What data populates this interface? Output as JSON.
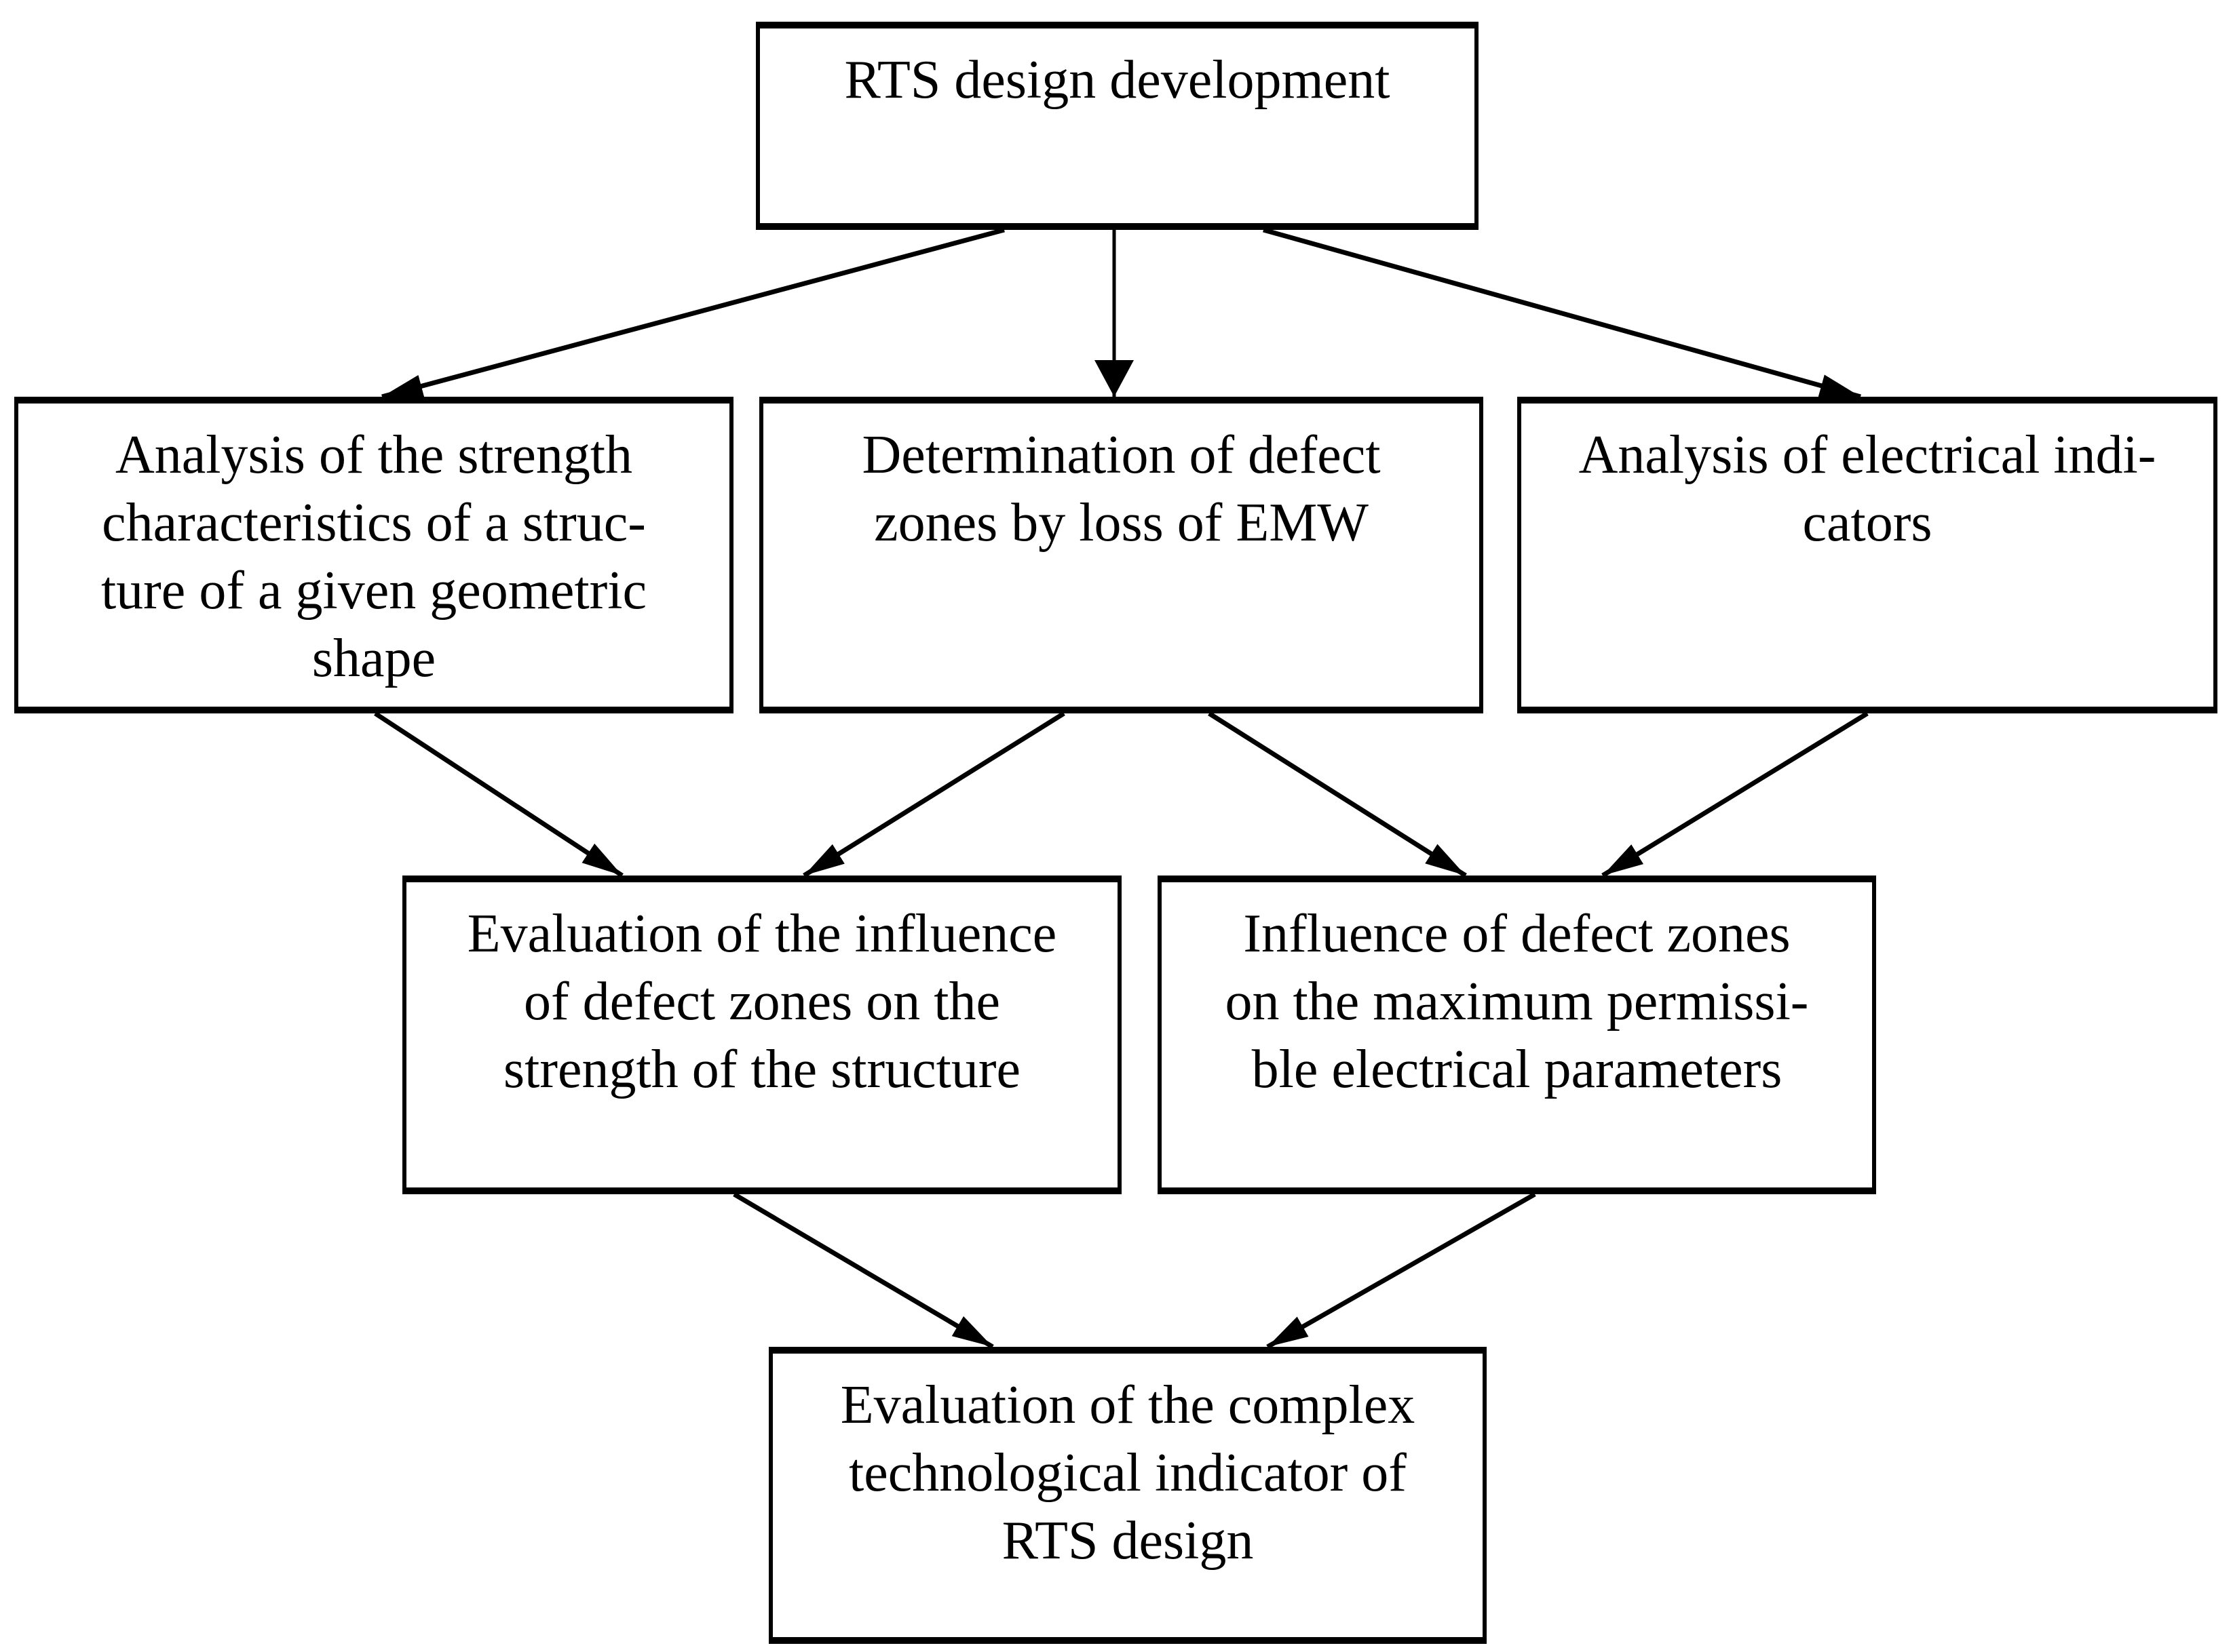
{
  "figure": {
    "background_color": "#ffffff",
    "line_color": "#000000",
    "text_color": "#000000"
  },
  "nodes": {
    "top": {
      "label": "RTS design development"
    },
    "strength": {
      "label": "Analysis of the strength\ncharacteristics of a struc-\nture of a given geometric\nshape"
    },
    "defect_zones": {
      "label": "Determination of defect\nzones by loss of EMW"
    },
    "electrical": {
      "label": "Analysis of electrical indi-\ncators"
    },
    "influence_strength": {
      "label": "Evaluation of the influence\nof defect zones on the\nstrength of the structure"
    },
    "influence_electrical": {
      "label": "Influence of defect zones\non the maximum permissi-\nble electrical parameters"
    },
    "complex_indicator": {
      "label": "Evaluation of the complex\ntechnological indicator of\nRTS design"
    }
  },
  "edges": [
    {
      "from": "top",
      "to": "strength"
    },
    {
      "from": "top",
      "to": "defect_zones"
    },
    {
      "from": "top",
      "to": "electrical"
    },
    {
      "from": "strength",
      "to": "influence_strength"
    },
    {
      "from": "defect_zones",
      "to": "influence_strength"
    },
    {
      "from": "defect_zones",
      "to": "influence_electrical"
    },
    {
      "from": "electrical",
      "to": "influence_electrical"
    },
    {
      "from": "influence_strength",
      "to": "complex_indicator"
    },
    {
      "from": "influence_electrical",
      "to": "complex_indicator"
    }
  ]
}
